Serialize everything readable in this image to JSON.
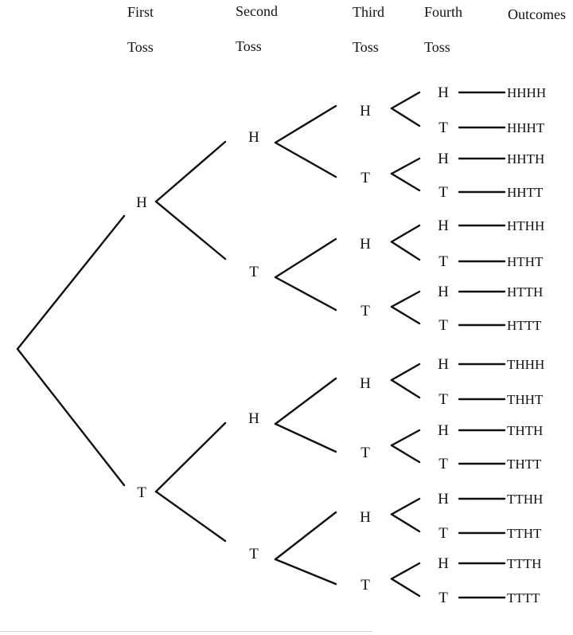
{
  "headers": [
    {
      "line1": "First",
      "line2": "Toss"
    },
    {
      "line1": "Second",
      "line2": "Toss"
    },
    {
      "line1": "Third",
      "line2": "Toss"
    },
    {
      "line1": "Fourth",
      "line2": "Toss"
    },
    {
      "line1": "Outcomes",
      "line2": ""
    }
  ],
  "first_toss": [
    "H",
    "T"
  ],
  "second_toss": [
    "H",
    "T",
    "H",
    "T"
  ],
  "third_toss": [
    "H",
    "T",
    "H",
    "T",
    "H",
    "T",
    "H",
    "T"
  ],
  "fourth_toss": [
    "H",
    "T",
    "H",
    "T",
    "H",
    "T",
    "H",
    "T",
    "H",
    "T",
    "H",
    "T",
    "H",
    "T",
    "H",
    "T"
  ],
  "outcomes": [
    "HHHH",
    "HHHT",
    "HHTH",
    "HHTT",
    "HTHH",
    "HTHT",
    "HTTH",
    "HTTT",
    "THHH",
    "THHT",
    "THTH",
    "THTT",
    "TTHH",
    "TTHT",
    "TTTH",
    "TTTT"
  ]
}
